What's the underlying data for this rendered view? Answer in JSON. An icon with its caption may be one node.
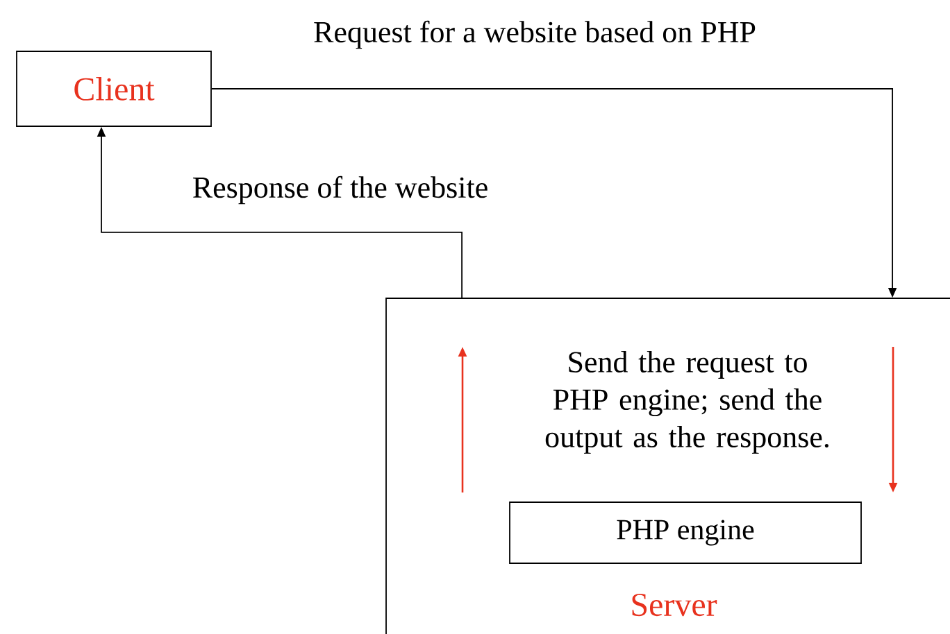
{
  "diagram": {
    "nodes": [
      {
        "text": [
          "Client"
        ]
      },
      {
        "text": [
          "Send the request to PHP engine; send the output as the response.",
          "Server"
        ]
      },
      {
        "text": [
          "PHP engine"
        ],
        "in": 1
      }
    ],
    "edges": [
      {
        "from": 0,
        "to": 1,
        "arrow": "to",
        "label": "Request for a website based on PHP"
      },
      {
        "from": 1,
        "to": 0,
        "arrow": "to",
        "label": "Response of the website"
      }
    ]
  }
}
